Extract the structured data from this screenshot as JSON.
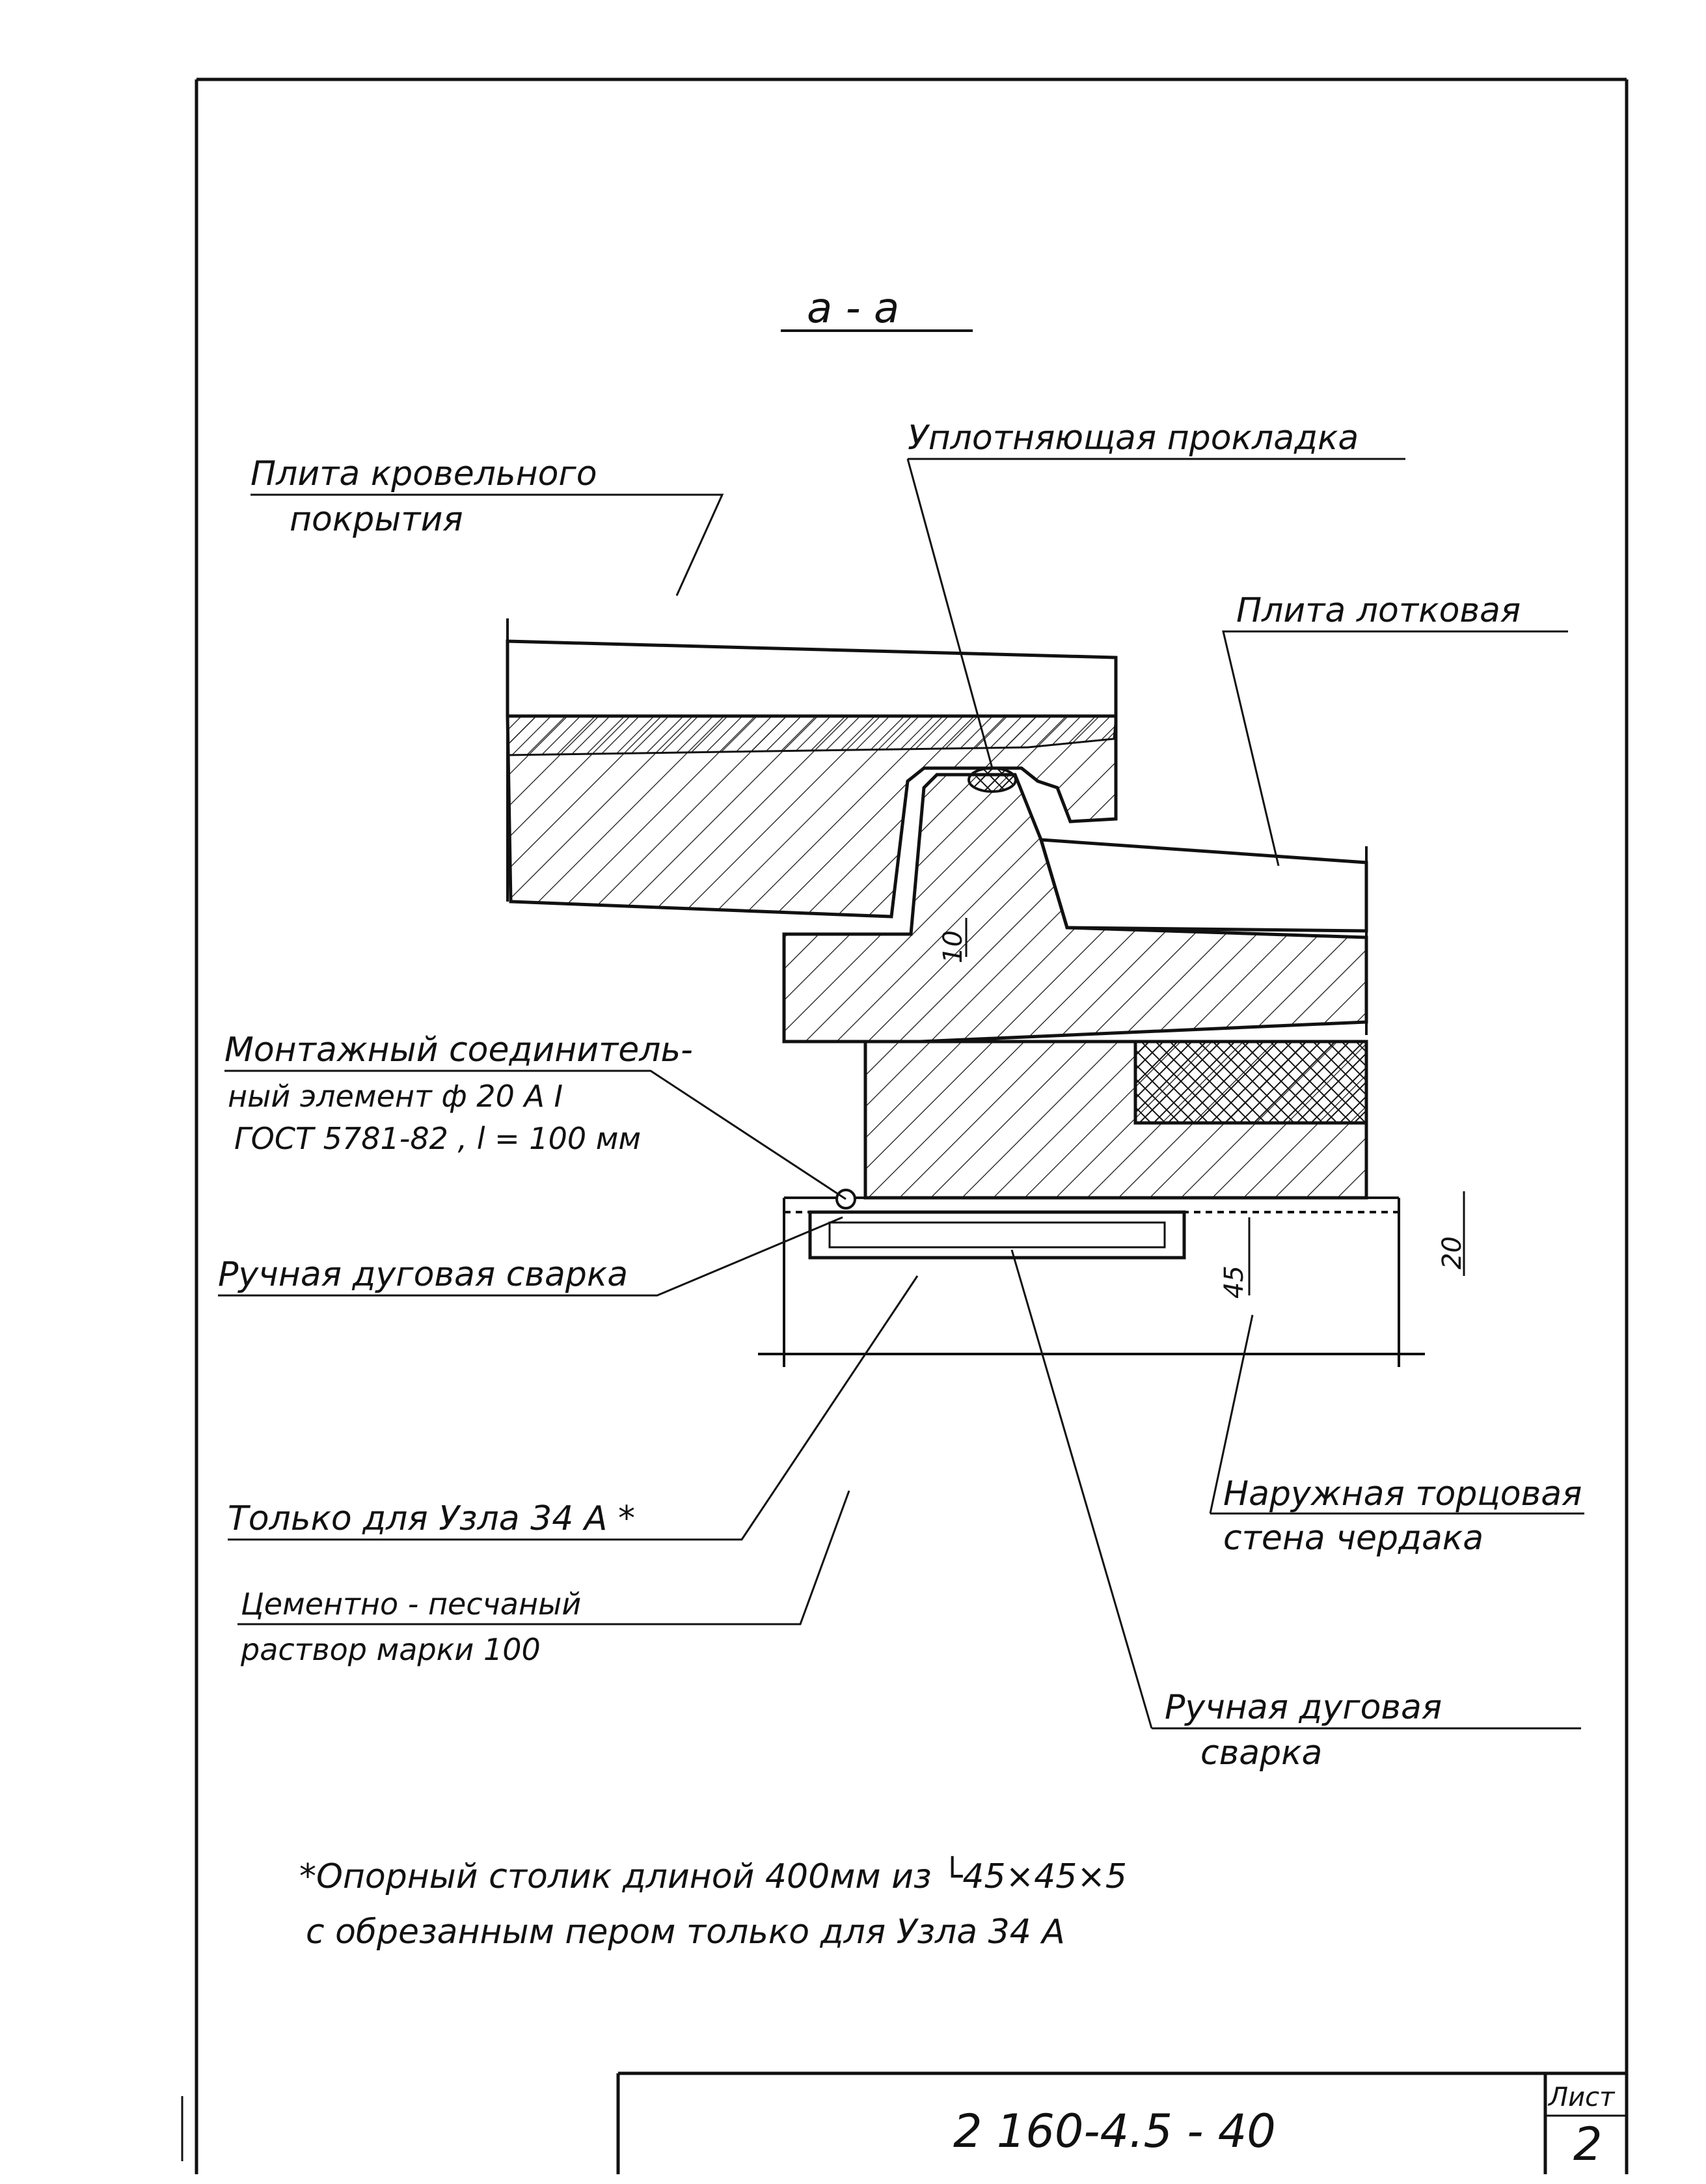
{
  "section_title": "a - a",
  "labels": {
    "roof_slab_1": "Плита кровельного",
    "roof_slab_2": "покрытия",
    "seal_gasket": "Уплотняющая прокладка",
    "tray_slab": "Плита лотковая",
    "connector_1": "Монтажный соединитель-",
    "connector_2": "ный элемент ф 20 А I",
    "connector_3": "ГОСТ 5781-82 , l = 100 мм",
    "weld_left": "Ручная дуговая сварка",
    "only_node": "Только для Узла 34 А *",
    "mortar_1": "Цементно - песчаный",
    "mortar_2": "раствор марки 100",
    "outer_wall_1": "Наружная торцовая",
    "outer_wall_2": "стена чердака",
    "weld_right_1": "Ручная дуговая",
    "weld_right_2": "сварка"
  },
  "dimensions": {
    "d10": "10",
    "d45": "45",
    "d20": "20"
  },
  "footnote": {
    "line1": "*Опорный столик длиной 400мм из └45×45×5",
    "line2": "с обрезанным пером только для Узла 34 А"
  },
  "title_block": {
    "code": "2 160-4.5 - 40",
    "sheet_label": "Лист",
    "sheet_number": "2"
  }
}
